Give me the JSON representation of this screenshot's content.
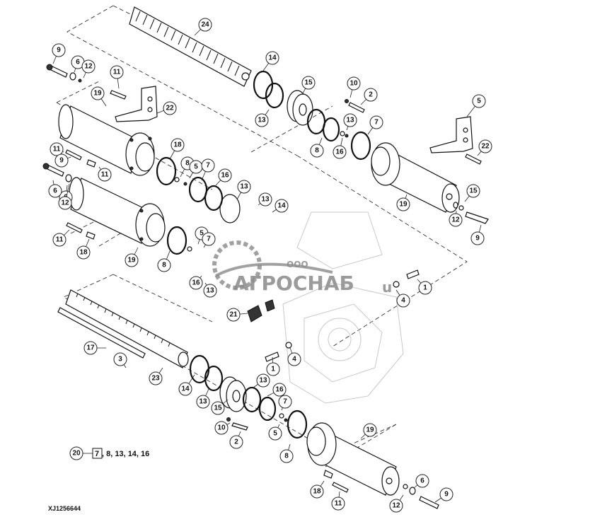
{
  "figure_id": "XJ1256644",
  "watermark": {
    "small": "ООО",
    "large": "АГРОСНАБ",
    "suffix": "u"
  },
  "kit": {
    "number": "20",
    "boxed": "7",
    "rest": ", 8, 13, 14, 16"
  },
  "callouts": [
    "24",
    "14",
    "9",
    "6",
    "12",
    "11",
    "19",
    "22",
    "15",
    "10",
    "2",
    "13",
    "13",
    "7",
    "8",
    "16",
    "5",
    "22",
    "11",
    "9",
    "11",
    "18",
    "8",
    "5",
    "7",
    "16",
    "13",
    "15",
    "6",
    "12",
    "13",
    "14",
    "19",
    "6",
    "12",
    "9",
    "11",
    "18",
    "19",
    "8",
    "5",
    "7",
    "16",
    "13",
    "1",
    "4",
    "21",
    "1",
    "4",
    "17",
    "3",
    "23",
    "14",
    "13",
    "13",
    "16",
    "15",
    "7",
    "10",
    "2",
    "5",
    "19",
    "8",
    "18",
    "11",
    "12",
    "6",
    "9"
  ]
}
